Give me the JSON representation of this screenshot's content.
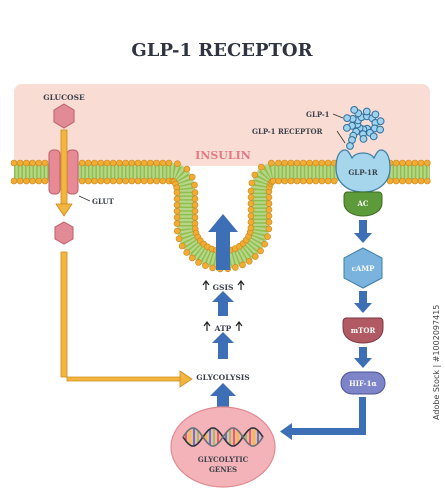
{
  "title": "GLP-1 RECEPTOR",
  "labels": {
    "glucose": "GLUCOSE",
    "glut": "GLUT",
    "insulin": "INSULIN",
    "glp1": "GLP-1",
    "glp1_receptor": "GLP-1 RECEPTOR",
    "glp1r": "GLP-1R",
    "ac": "AC",
    "camp": "cAMP",
    "mtor": "mTOR",
    "hif": "HIF-1α",
    "gsis": "GSIS",
    "atp": "ATP",
    "glycolysis": "GLYCOLYSIS",
    "genes_line1": "GLYCOLYTIC",
    "genes_line2": "GENES"
  },
  "watermark": {
    "side_text": "Adobe Stock | #1002097415"
  },
  "colors": {
    "cell": "#f9dcd3",
    "lipid_head": "#f1ad33",
    "lipid_tail": "#8fbf4c",
    "arrow_blue": "#3d6fb6",
    "arrow_orange": "#f2b53f",
    "receptor": "#a6d6ec",
    "ac": "#5c9a3a",
    "camp": "#7ab4de",
    "mtor": "#b25a64",
    "hif": "#7e84c8",
    "nucleus": "#f0a0a8",
    "glucose": "#e28b96"
  }
}
